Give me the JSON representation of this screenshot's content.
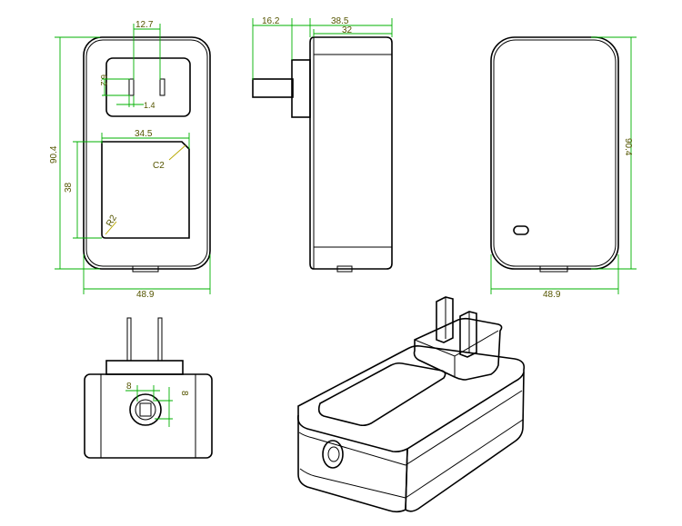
{
  "drawing": {
    "colors": {
      "outline": "#000000",
      "dimension_line": "#00b000",
      "dimension_line_alt": "#b8a800",
      "dimension_text": "#555500"
    },
    "front_view": {
      "pin_spacing": "12.7",
      "pin_length": "6.2",
      "pin_width": "1.4",
      "label_width": "34.5",
      "chamfer": "C2",
      "label_height": "38",
      "corner_radius": "R2",
      "height": "90.4",
      "width": "48.9"
    },
    "side_view": {
      "plug_depth": "16.2",
      "body_depth": "38.5",
      "body_inner_depth": "32"
    },
    "back_view": {
      "height": "90.4",
      "width": "48.9"
    },
    "bottom_view": {
      "port_width": "8",
      "port_height": "8"
    }
  }
}
